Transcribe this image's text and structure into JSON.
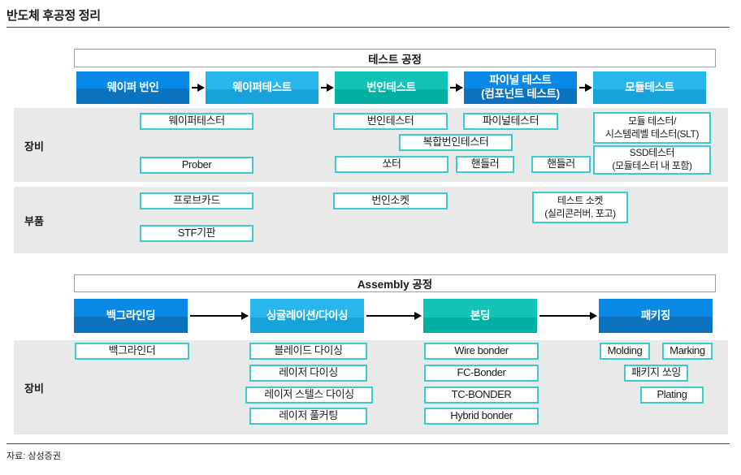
{
  "title": "반도체 후공정 정리",
  "source": "자료: 삼성증권",
  "colors": {
    "flow_blue_top": "#0989e6",
    "flow_blue_bottom": "#0a72bf",
    "flow_lightblue_top": "#29b6ec",
    "flow_lightblue_bottom": "#17a3d9",
    "flow_teal_top": "#12c4b5",
    "flow_teal_bottom": "#00b0a0",
    "item_box_border": "#3ec9cf",
    "row_background": "#e9e9e9",
    "header_border": "#9e9e9e"
  },
  "test": {
    "header": "테스트 공정",
    "steps": [
      {
        "label": "웨이퍼 번인"
      },
      {
        "label": "웨이퍼테스트"
      },
      {
        "label": "번인테스트"
      },
      {
        "line1": "파이널 테스트",
        "line2": "(컴포넌트 테스트)"
      },
      {
        "label": "모듈테스트"
      }
    ],
    "equipment_label": "장비",
    "equipment": {
      "wafer_tester": "웨이퍼테스터",
      "prober": "Prober",
      "burnin_tester": "번인테스터",
      "final_tester": "파이널테스터",
      "hybrid_burnin_tester": "복합번인테스터",
      "sorter": "쏘터",
      "handler1": "핸들러",
      "handler2": "핸들러",
      "module_tester_line1": "모듈 테스터/",
      "module_tester_line2": "시스템레벨 테스터(SLT)",
      "ssd_tester_line1": "SSD테스터",
      "ssd_tester_line2": "(모듈테스터 내 포함)"
    },
    "parts_label": "부품",
    "parts": {
      "probe_card": "프로브카드",
      "stf_board": "STF기판",
      "burnin_socket": "번인소켓",
      "test_socket_line1": "테스트 소켓",
      "test_socket_line2": "(실리콘러버, 포고)"
    }
  },
  "assembly": {
    "header": "Assembly 공정",
    "steps": [
      {
        "label": "백그라인딩"
      },
      {
        "label": "싱귤레이션/다이싱"
      },
      {
        "label": "본딩"
      },
      {
        "label": "패키징"
      }
    ],
    "equipment_label": "장비",
    "equipment": {
      "backgrinder": "백그라인더",
      "blade_dicing": "블레이드 다이싱",
      "laser_dicing": "레이저 다이싱",
      "laser_stealth_dicing": "레이저 스텔스 다이싱",
      "laser_full_cutting": "레이저 풀커팅",
      "wire_bonder": "Wire bonder",
      "fc_bonder": "FC-Bonder",
      "tc_bonder": "TC-BONDER",
      "hybrid_bonder": "Hybrid bonder",
      "molding": "Molding",
      "marking": "Marking",
      "package_sawing": "패키지 쏘잉",
      "plating": "Plating"
    }
  }
}
